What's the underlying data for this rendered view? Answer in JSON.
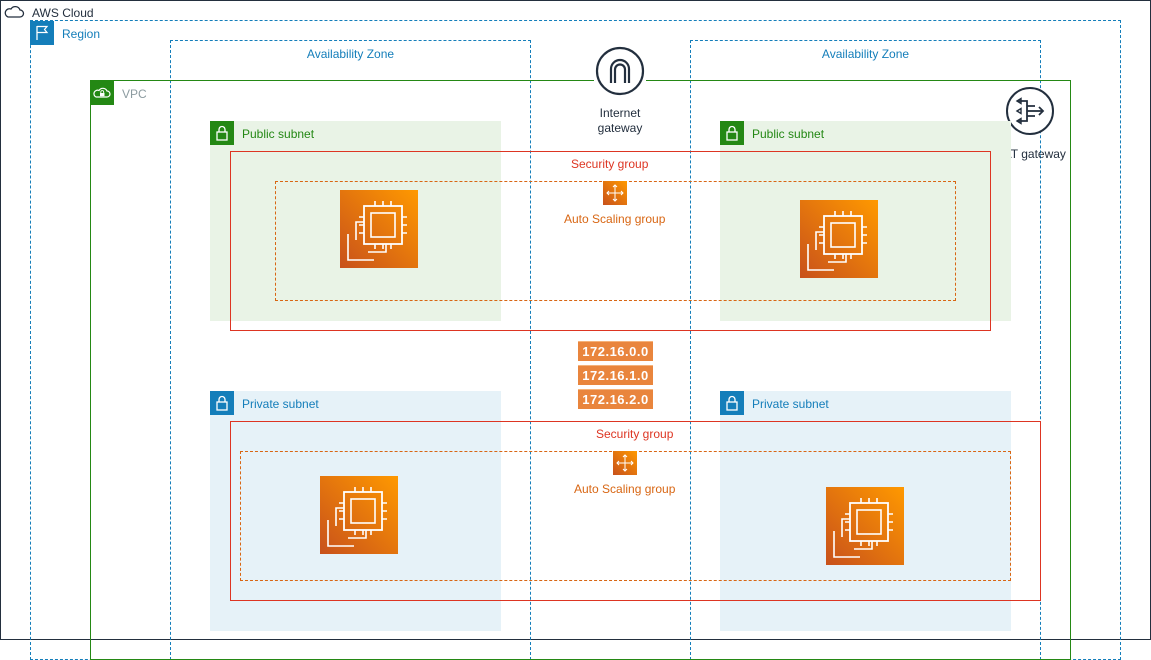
{
  "aws_cloud": {
    "label": "AWS Cloud",
    "icon": "cloud-icon"
  },
  "region": {
    "label": "Region",
    "icon": "flag-icon",
    "color": "#147eba"
  },
  "availability_zones": [
    {
      "label": "Availability Zone"
    },
    {
      "label": "Availability Zone"
    }
  ],
  "vpc": {
    "label": "VPC",
    "icon": "vpc-cloud-lock-icon",
    "color": "#248814"
  },
  "internet_gateway": {
    "label_line1": "Internet",
    "label_line2": "gateway",
    "icon": "internet-gateway-icon"
  },
  "nat_gateway": {
    "label": "NAT gateway",
    "icon": "nat-gateway-icon"
  },
  "public_subnets": [
    {
      "label": "Public subnet",
      "icon": "lock-icon"
    },
    {
      "label": "Public subnet",
      "icon": "lock-icon"
    }
  ],
  "private_subnets": [
    {
      "label": "Private subnet",
      "icon": "lock-icon"
    },
    {
      "label": "Private subnet",
      "icon": "lock-icon"
    }
  ],
  "security_groups": [
    {
      "label": "Security group",
      "color": "#dd3522"
    },
    {
      "label": "Security group",
      "color": "#dd3522"
    }
  ],
  "auto_scaling_groups": [
    {
      "label": "Auto Scaling group",
      "icon": "auto-scaling-icon",
      "color": "#d86613"
    },
    {
      "label": "Auto Scaling group",
      "icon": "auto-scaling-icon",
      "color": "#d86613"
    }
  ],
  "ec2_instances": [
    {
      "icon": "ec2-instance-icon"
    },
    {
      "icon": "ec2-instance-icon"
    },
    {
      "icon": "ec2-instance-icon"
    },
    {
      "icon": "ec2-instance-icon"
    }
  ],
  "cidr_blocks": [
    "172.16.0.0",
    "172.16.1.0",
    "172.16.2.0"
  ]
}
